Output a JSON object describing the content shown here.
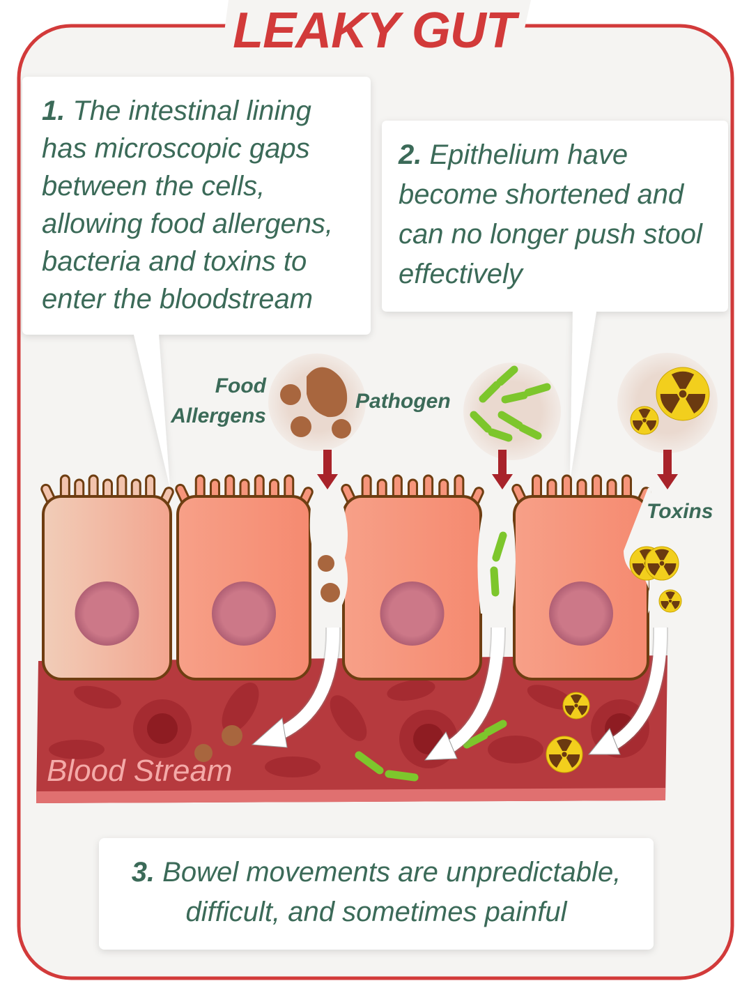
{
  "title": "LEAKY GUT",
  "notes": [
    {
      "number": "1.",
      "lines": [
        "The intestinal lining",
        "has microscopic gaps",
        "between the cells,",
        "allowing food allergens,",
        "bacteria and toxins to",
        "enter the bloodstream"
      ]
    },
    {
      "number": "2.",
      "lines": [
        "Epithelium have",
        "become shortened and",
        "can no longer push stool",
        "effectively"
      ]
    },
    {
      "number": "3.",
      "lines": [
        "Bowel movements are unpredictable,",
        "difficult, and sometimes painful"
      ]
    }
  ],
  "labels": {
    "food_line1": "Food",
    "food_line2": "Allergens",
    "pathogen": "Pathogen",
    "toxins": "Toxins",
    "blood_stream": "Blood Stream"
  },
  "colors": {
    "frame": "#d23a3a",
    "text": "#3b6a58",
    "blood": "#b83a3e",
    "cell": "#f48c72",
    "nucleus": "#c97585",
    "outline": "#6e3e12"
  }
}
